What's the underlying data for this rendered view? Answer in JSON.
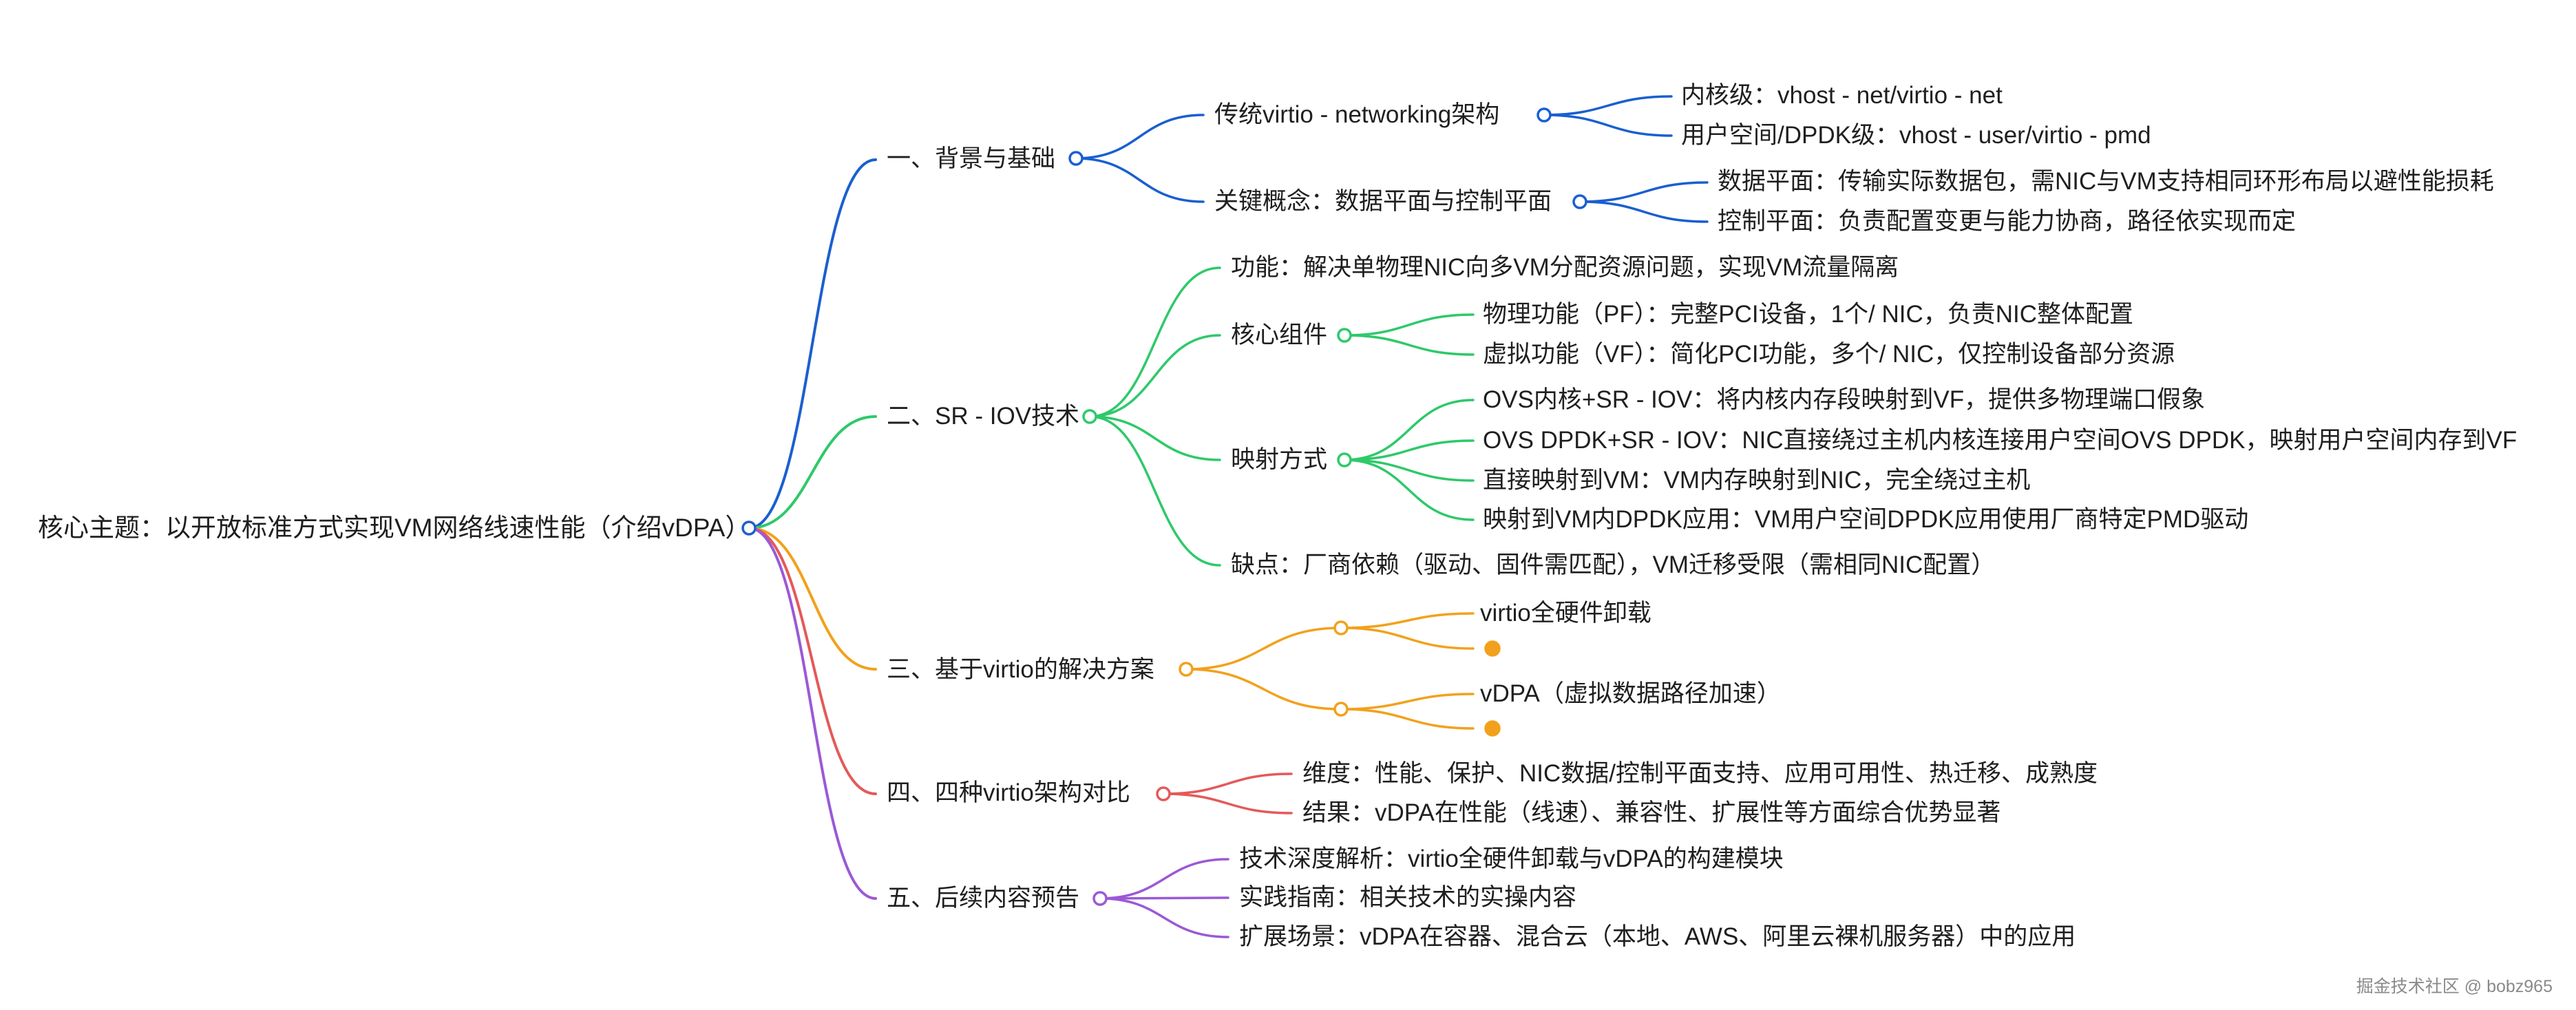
{
  "theme": {
    "colors": {
      "root": "#1a5fd0",
      "b1": "#1a5fd0",
      "b2": "#2ec96a",
      "b3": "#f2a11c",
      "b4": "#e35a5a",
      "b5": "#9b59d6",
      "text": "#1f1f1f",
      "watermark": "#8a8a8a"
    }
  },
  "mindmap": {
    "root": "核心主题：以开放标准方式实现VM网络线速性能（介绍vDPA）",
    "branches": [
      {
        "label": "一、背景与基础",
        "children": [
          {
            "label": "传统virtio - networking架构",
            "children": [
              {
                "label": "内核级：vhost - net/virtio - net"
              },
              {
                "label": "用户空间/DPDK级：vhost - user/virtio - pmd"
              }
            ]
          },
          {
            "label": "关键概念：数据平面与控制平面",
            "children": [
              {
                "label": "数据平面：传输实际数据包，需NIC与VM支持相同环形布局以避性能损耗"
              },
              {
                "label": "控制平面：负责配置变更与能力协商，路径依实现而定"
              }
            ]
          }
        ]
      },
      {
        "label": "二、SR - IOV技术",
        "children": [
          {
            "label": "功能：解决单物理NIC向多VM分配资源问题，实现VM流量隔离"
          },
          {
            "label": "核心组件",
            "children": [
              {
                "label": "物理功能（PF）：完整PCI设备，1个/ NIC，负责NIC整体配置"
              },
              {
                "label": "虚拟功能（VF）：简化PCI功能，多个/ NIC，仅控制设备部分资源"
              }
            ]
          },
          {
            "label": "映射方式",
            "children": [
              {
                "label": "OVS内核+SR - IOV：将内核内存段映射到VF，提供多物理端口假象"
              },
              {
                "label": "OVS DPDK+SR - IOV：NIC直接绕过主机内核连接用户空间OVS DPDK，映射用户空间内存到VF"
              },
              {
                "label": "直接映射到VM：VM内存映射到NIC，完全绕过主机"
              },
              {
                "label": "映射到VM内DPDK应用：VM用户空间DPDK应用使用厂商特定PMD驱动"
              }
            ]
          },
          {
            "label": "缺点：厂商依赖（驱动、固件需匹配），VM迁移受限（需相同NIC配置）"
          }
        ]
      },
      {
        "label": "三、基于virtio的解决方案",
        "children": [
          {
            "label": "",
            "children": [
              {
                "label": "virtio全硬件卸载"
              },
              {
                "label": ""
              }
            ]
          },
          {
            "label": "",
            "children": [
              {
                "label": "vDPA（虚拟数据路径加速）"
              },
              {
                "label": ""
              }
            ]
          }
        ]
      },
      {
        "label": "四、四种virtio架构对比",
        "children": [
          {
            "label": "维度：性能、保护、NIC数据/控制平面支持、应用可用性、热迁移、成熟度"
          },
          {
            "label": "结果：vDPA在性能（线速）、兼容性、扩展性等方面综合优势显著"
          }
        ]
      },
      {
        "label": "五、后续内容预告",
        "children": [
          {
            "label": "技术深度解析：virtio全硬件卸载与vDPA的构建模块"
          },
          {
            "label": "实践指南：相关技术的实操内容"
          },
          {
            "label": "扩展场景：vDPA在容器、混合云（本地、AWS、阿里云裸机服务器）中的应用"
          }
        ]
      }
    ]
  },
  "watermark": "掘金技术社区 @ bobz965"
}
